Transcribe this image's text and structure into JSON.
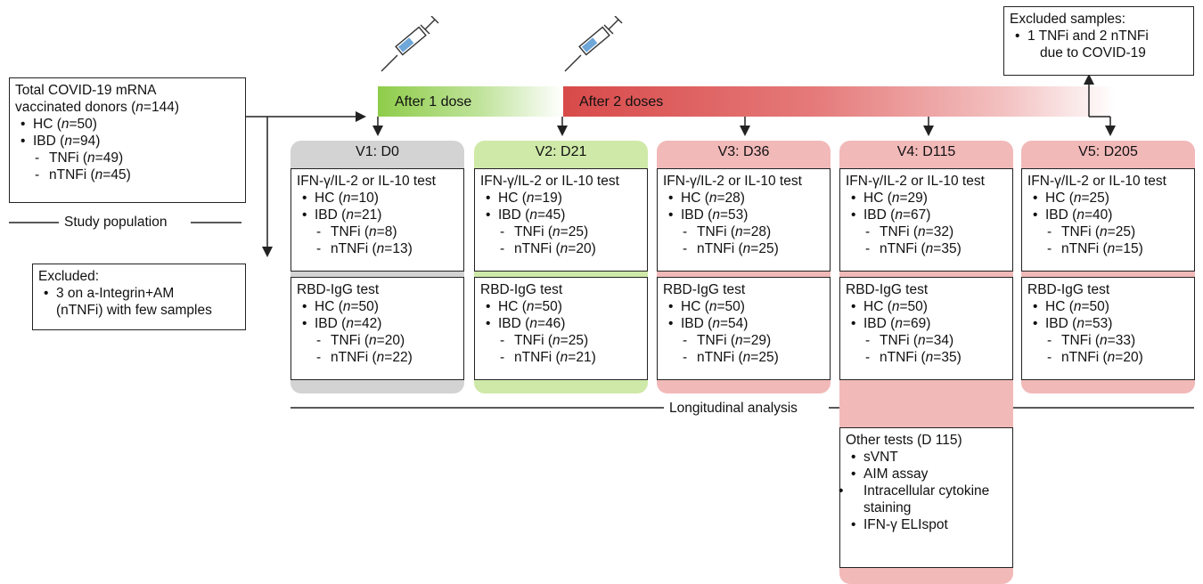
{
  "colors": {
    "green": "#8fcc4a",
    "red": "#d84a4a",
    "gray": "#d3d3d3",
    "light_green": "#cfe9a8",
    "light_red": "#f2b9b9"
  },
  "icons": [
    "syringe-icon",
    "syringe-icon"
  ],
  "total": {
    "line1": "Total COVID-19 mRNA",
    "line2_prefix": "vaccinated donors (",
    "n_symbol": "n",
    "line2_value": "=144)",
    "hc_prefix": "HC (",
    "hc_value": "=50)",
    "ibd_prefix": "IBD (",
    "ibd_value": "=94)",
    "tnfi_prefix": "TNFi (",
    "tnfi_value": "=49)",
    "ntnfi_prefix": "nTNFi (",
    "ntnfi_value": "=45)"
  },
  "study_population_label": "Study population",
  "excluded_left": {
    "title": "Excluded:",
    "line1": "3 on a-Integrin+AM",
    "line2": "(nTNFi) with few samples"
  },
  "excluded_top": {
    "title": "Excluded samples:",
    "line1": "1 TNFi and 2 nTNFi",
    "line2": "due to COVID-19"
  },
  "bars": {
    "dose1": "After 1 dose",
    "dose2": "After 2 doses"
  },
  "visits": [
    {
      "title": "V1: D0",
      "ifn": {
        "title": "IFN-γ/IL-2 or IL-10 test",
        "hc": "=10)",
        "ibd": "=21)",
        "tnfi": "=8)",
        "ntnfi": "=13)"
      },
      "rbd": {
        "title": "RBD-IgG test",
        "hc": "=50)",
        "ibd": "=42)",
        "tnfi": "=20)",
        "ntnfi": "=22)"
      }
    },
    {
      "title": "V2: D21",
      "ifn": {
        "title": "IFN-γ/IL-2 or IL-10 test",
        "hc": "=19)",
        "ibd": "=45)",
        "tnfi": "=25)",
        "ntnfi": "=20)"
      },
      "rbd": {
        "title": "RBD-IgG test",
        "hc": "=50)",
        "ibd": "=46)",
        "tnfi": "=25)",
        "ntnfi": "=21)"
      }
    },
    {
      "title": "V3: D36",
      "ifn": {
        "title": "IFN-γ/IL-2 or IL-10 test",
        "hc": "=28)",
        "ibd": "=53)",
        "tnfi": "=28)",
        "ntnfi": "=25)"
      },
      "rbd": {
        "title": "RBD-IgG test",
        "hc": "=50)",
        "ibd": "=54)",
        "tnfi": "=29)",
        "ntnfi": "=25)"
      }
    },
    {
      "title": "V4: D115",
      "ifn": {
        "title": "IFN-γ/IL-2 or IL-10 test",
        "hc": "=29)",
        "ibd": "=67)",
        "tnfi": "=32)",
        "ntnfi": "=35)"
      },
      "rbd": {
        "title": "RBD-IgG test",
        "hc": "=50)",
        "ibd": "=69)",
        "tnfi": "=34)",
        "ntnfi": "=35)"
      }
    },
    {
      "title": "V5: D205",
      "ifn": {
        "title": "IFN-γ/IL-2 or IL-10 test",
        "hc": "=25)",
        "ibd": "=40)",
        "tnfi": "=25)",
        "ntnfi": "=15)"
      },
      "rbd": {
        "title": "RBD-IgG test",
        "hc": "=50)",
        "ibd": "=53)",
        "tnfi": "=33)",
        "ntnfi": "=20)"
      }
    }
  ],
  "labels": {
    "hc": "HC (",
    "ibd": "IBD (",
    "tnfi": "TNFi (",
    "ntnfi": "nTNFi (",
    "n": "n"
  },
  "longitudinal_label": "Longitudinal analysis",
  "other_tests": {
    "title": "Other tests (D 115)",
    "items": [
      "sVNT",
      "AIM assay",
      "Intracellular cytokine staining",
      "IFN-γ ELIspot"
    ]
  }
}
